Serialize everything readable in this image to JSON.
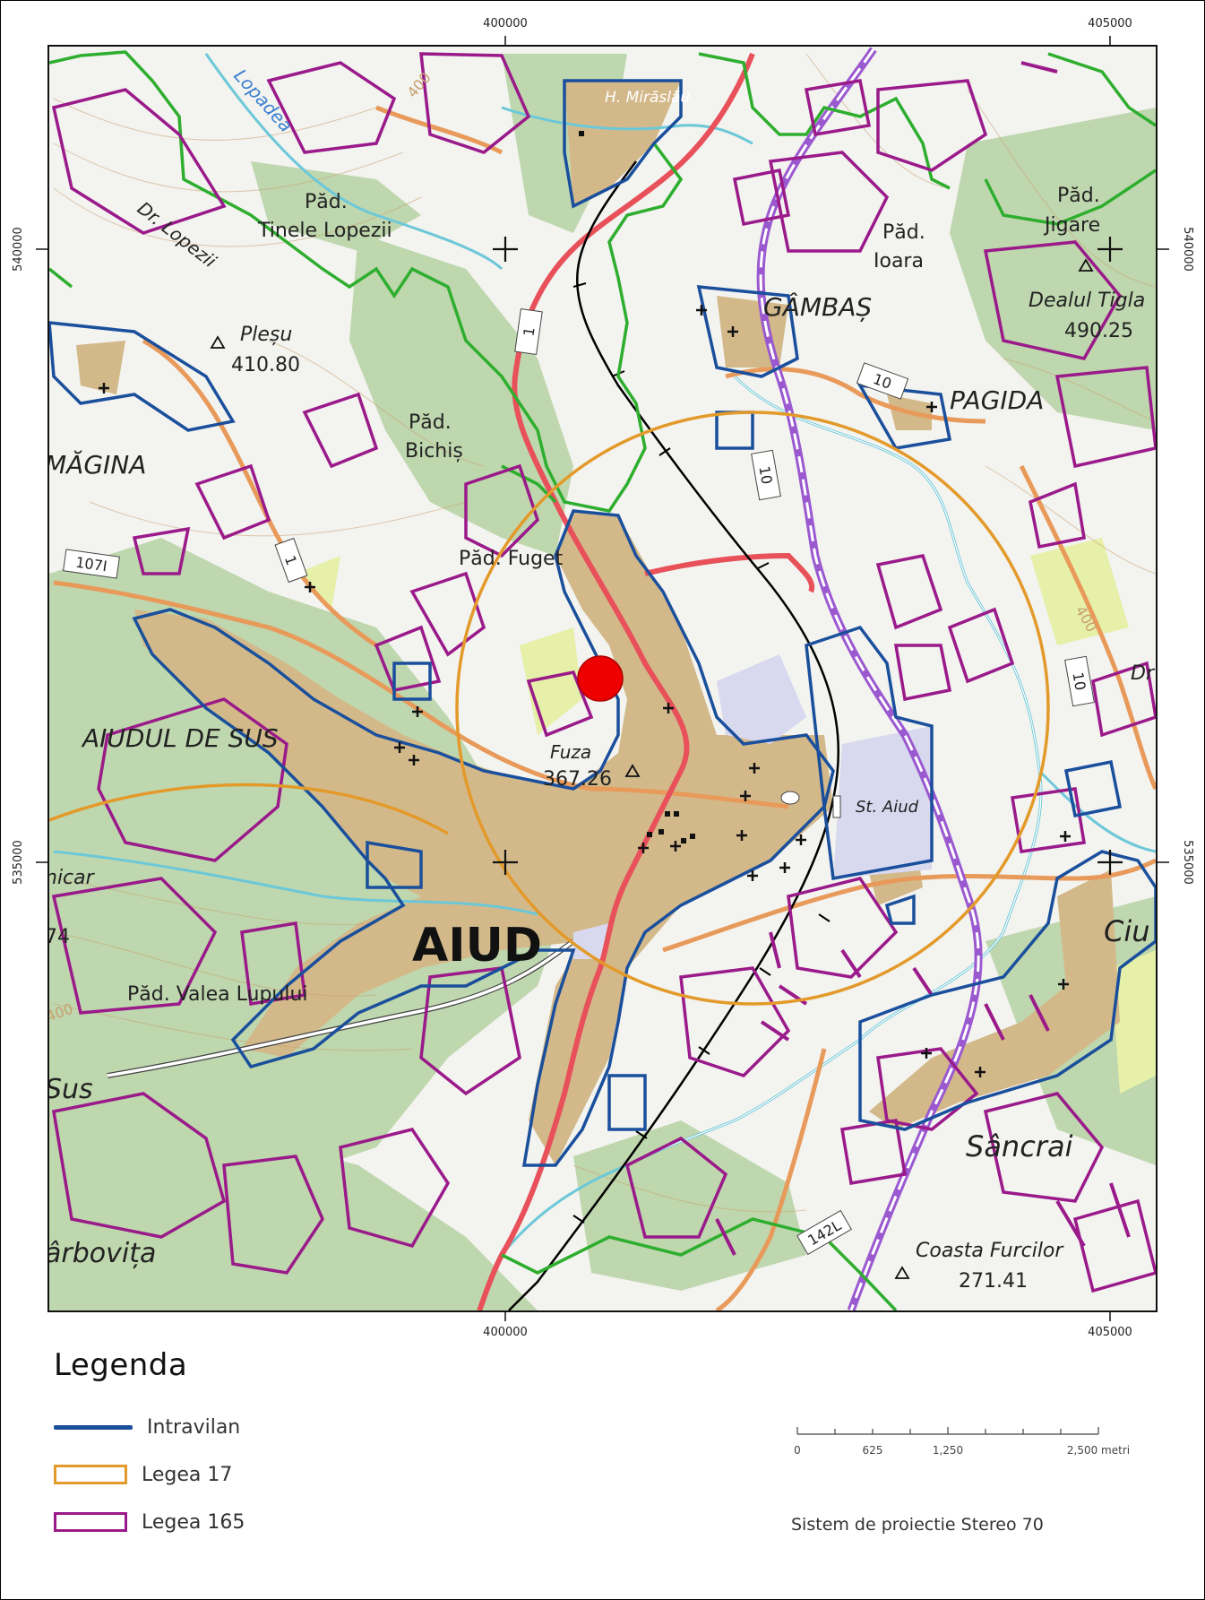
{
  "map": {
    "grid": {
      "x_labels": [
        "400000",
        "405000"
      ],
      "y_labels": [
        "540000",
        "535000"
      ]
    },
    "places": {
      "aiud": "AIUD",
      "aiudul_de_sus": "AIUDUL DE SUS",
      "magina": "MĂGINA",
      "gambas": "GÂMBAȘ",
      "pagida": "PAGIDA",
      "sancrai": "Sâncrai",
      "ciumbrud": "Ciu",
      "sus": "Sus",
      "garbovita": "ârbovița",
      "st_aiud": "St. Aiud",
      "h_miraslau": "H. Mirăslău",
      "lopadea": "Lopadea",
      "dr_lopezii": "Dr. Lopezii",
      "pad_tinele_1": "Păd.",
      "pad_tinele_2": "Tinele Lopezii",
      "pad_bichis_1": "Păd.",
      "pad_bichis_2": "Bichiș",
      "pad_fuget": "Păd. Fuget",
      "pad_ioara_1": "Păd.",
      "pad_ioara_2": "Ioara",
      "pad_jigare_1": "Păd.",
      "pad_jigare_2": "Jigare",
      "pad_valea_lupului": "Păd. Valea Lupului",
      "plesu": "Pleșu",
      "plesu_alt": "410.80",
      "dealul_tiglari": "Dealul Tigla",
      "dealul_tiglari_alt": "490.25",
      "fuza": "Fuza",
      "fuza_alt": "367.26",
      "coasta_furcilor": "Coasta Furcilor",
      "coasta_furcilor_alt": "271.41",
      "nicar": "nicar",
      "nicar_alt": "74",
      "dr_right": "Dr",
      "contour_400a": "400",
      "contour_400b": "400",
      "contour_400c": "400"
    },
    "road_shields": {
      "r1": "1",
      "r10a": "10",
      "r10b": "10",
      "r10c": "10",
      "r107i": "107I",
      "r1b": "1",
      "r142l": "142L"
    },
    "colors": {
      "intravilan": "#1a4f9c",
      "legea17": "#e39a2a",
      "legea165": "#9a1a8a",
      "forest_boundary": "#2eae2e",
      "national_road": "#e8505a",
      "county_road": "#e89a5a",
      "railway": "#000000",
      "highway": "#9b59d0",
      "river": "#6cc8d8",
      "marker": "#ee0000",
      "forest_fill": "#b9d4a6",
      "builtup_fill": "#d3b98a"
    }
  },
  "legend": {
    "title": "Legenda",
    "items": [
      {
        "label": "Intravilan"
      },
      {
        "label": "Legea 17"
      },
      {
        "label": "Legea 165"
      }
    ]
  },
  "scalebar": {
    "ticks": [
      "0",
      "625",
      "1,250",
      "2,500 metri"
    ]
  },
  "projection": "Sistem de proiectie Stereo 70"
}
